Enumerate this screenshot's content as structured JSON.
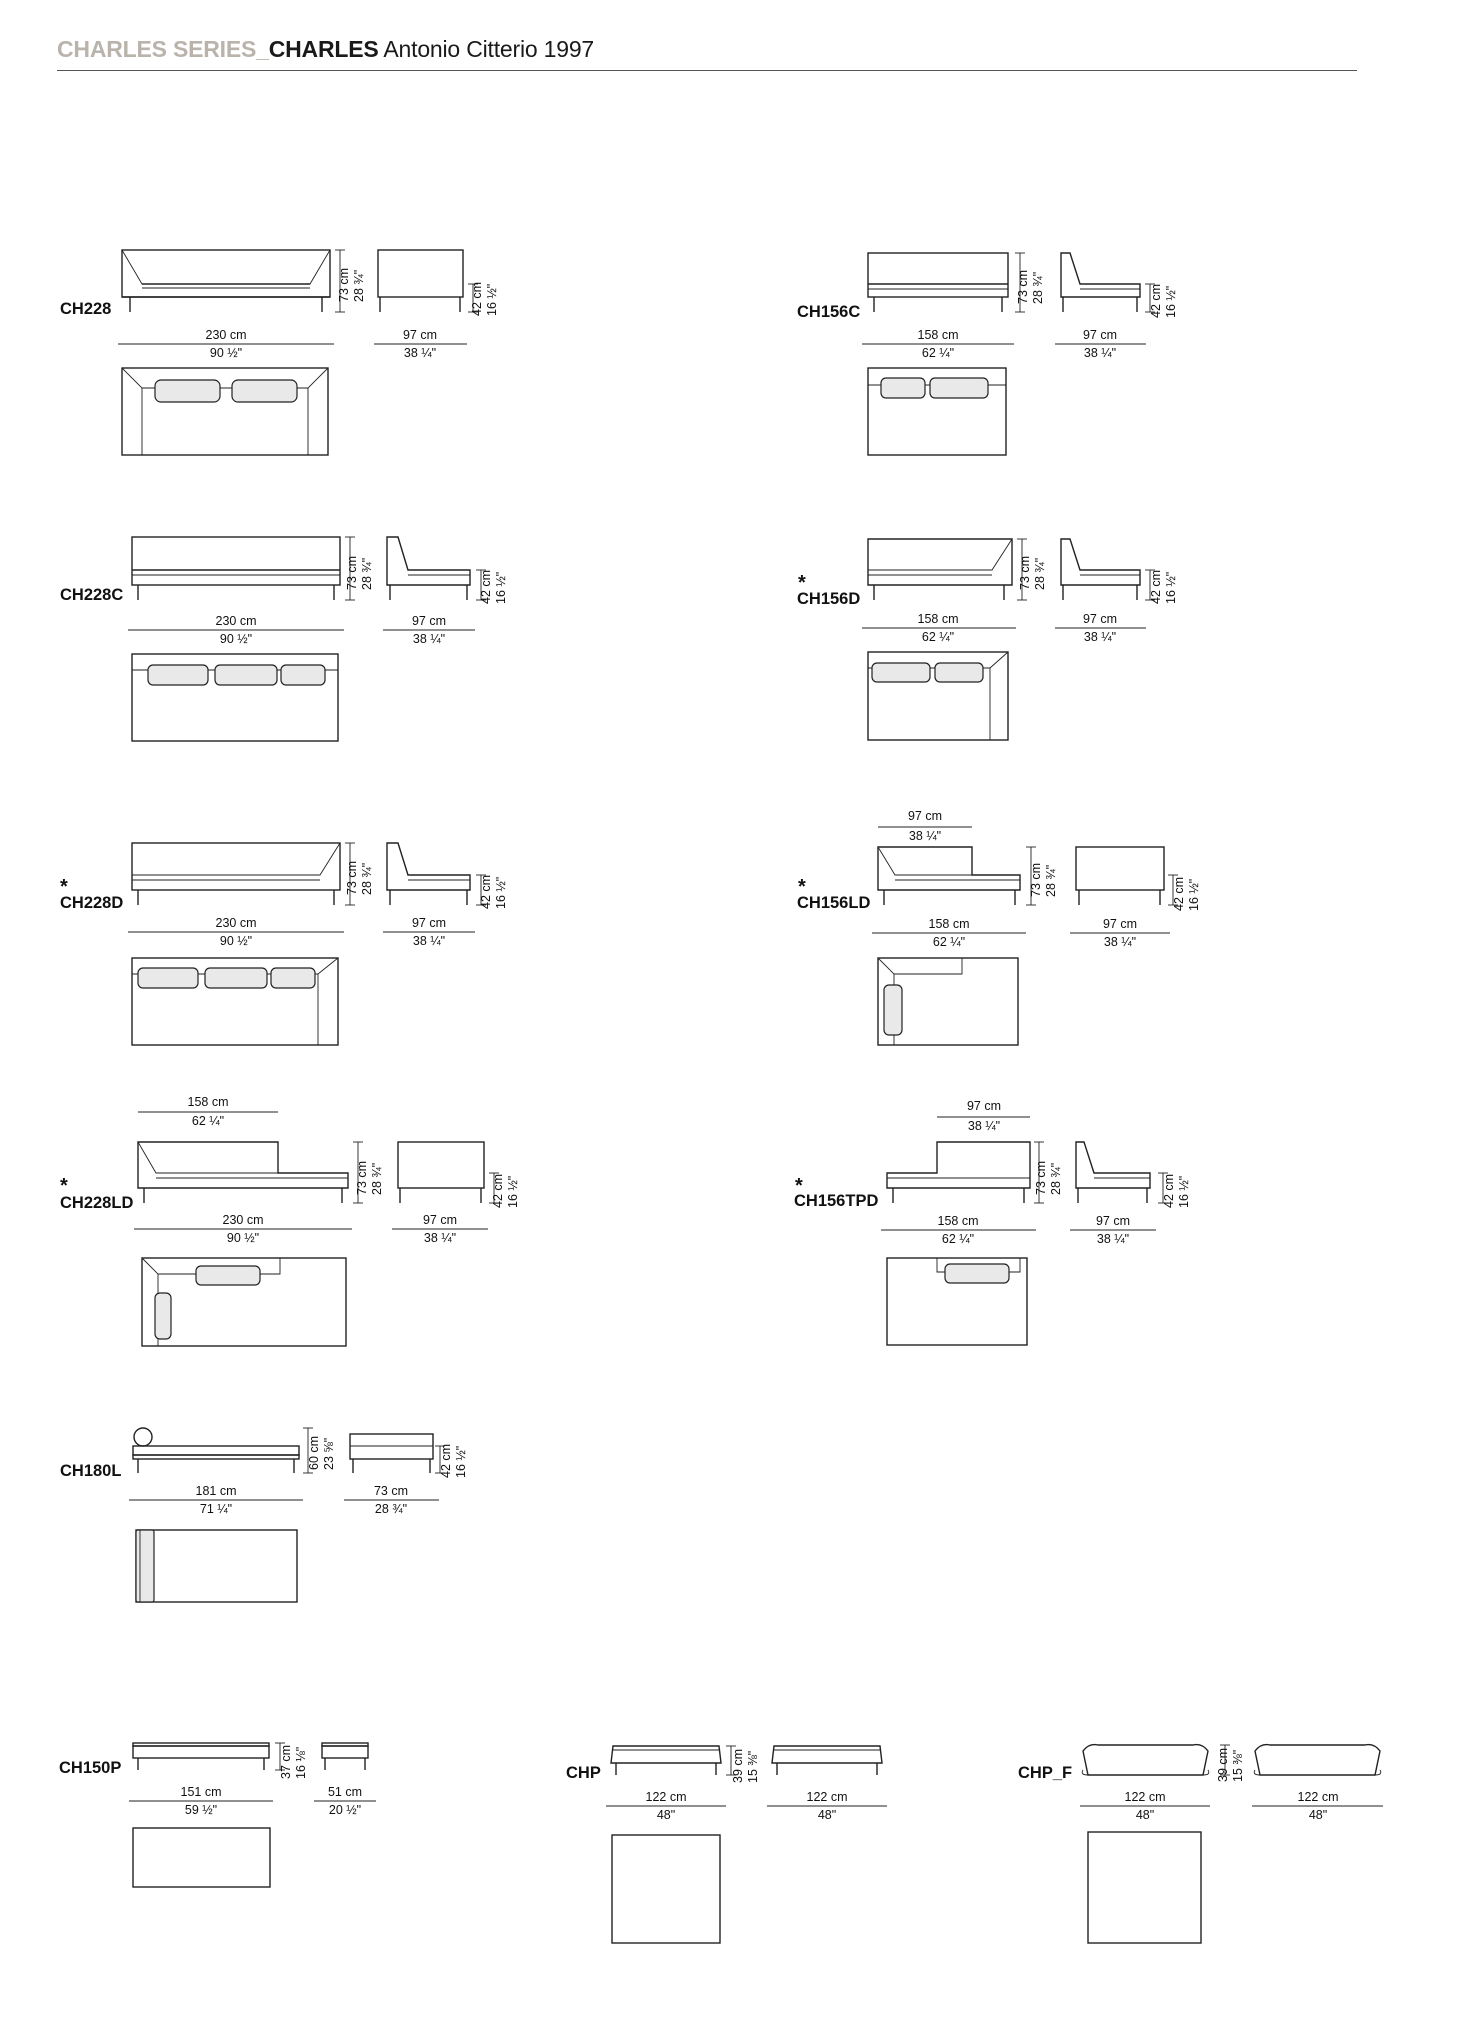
{
  "header": {
    "series": "CHARLES SERIES_",
    "name": "CHARLES",
    "designer": " Antonio Citterio 1997"
  },
  "models": [
    {
      "code": "CH228",
      "star": false,
      "w": "230 cm",
      "w_in": "90 ½\"",
      "d": "97 cm",
      "d_in": "38 ¼\"",
      "h": "73 cm",
      "h_in": "28 ¾\"",
      "sh": "42 cm",
      "sh_in": "16 ½\""
    },
    {
      "code": "CH156C",
      "star": false,
      "w": "158 cm",
      "w_in": "62 ¼\"",
      "d": "97 cm",
      "d_in": "38 ¼\"",
      "h": "73 cm",
      "h_in": "28 ¾\"",
      "sh": "42 cm",
      "sh_in": "16 ½\""
    },
    {
      "code": "CH228C",
      "star": false,
      "w": "230 cm",
      "w_in": "90 ½\"",
      "d": "97 cm",
      "d_in": "38 ¼\"",
      "h": "73 cm",
      "h_in": "28 ¾\"",
      "sh": "42 cm",
      "sh_in": "16 ½\""
    },
    {
      "code": "CH156D",
      "star": true,
      "w": "158 cm",
      "w_in": "62 ¼\"",
      "d": "97 cm",
      "d_in": "38 ¼\"",
      "h": "73 cm",
      "h_in": "28 ¾\"",
      "sh": "42 cm",
      "sh_in": "16 ½\""
    },
    {
      "code": "CH228D",
      "star": true,
      "w": "230 cm",
      "w_in": "90 ½\"",
      "d": "97 cm",
      "d_in": "38 ¼\"",
      "h": "73 cm",
      "h_in": "28 ¾\"",
      "sh": "42 cm",
      "sh_in": "16 ½\""
    },
    {
      "code": "CH156LD",
      "star": true,
      "w": "158 cm",
      "w_in": "62 ¼\"",
      "d": "97 cm",
      "d_in": "38 ¼\"",
      "h": "73 cm",
      "h_in": "28 ¾\"",
      "sh": "42 cm",
      "sh_in": "16 ½\"",
      "top": "97 cm",
      "top_in": "38 ¼\""
    },
    {
      "code": "CH228LD",
      "star": true,
      "w": "230 cm",
      "w_in": "90 ½\"",
      "d": "97 cm",
      "d_in": "38 ¼\"",
      "h": "73 cm",
      "h_in": "28 ¾\"",
      "sh": "42 cm",
      "sh_in": "16 ½\"",
      "top": "158 cm",
      "top_in": "62 ¼\""
    },
    {
      "code": "CH156TPD",
      "star": true,
      "w": "158 cm",
      "w_in": "62 ¼\"",
      "d": "97 cm",
      "d_in": "38 ¼\"",
      "h": "73 cm",
      "h_in": "28 ¾\"",
      "sh": "42 cm",
      "sh_in": "16 ½\"",
      "top": "97 cm",
      "top_in": "38 ¼\""
    },
    {
      "code": "CH180L",
      "star": false,
      "w": "181 cm",
      "w_in": "71 ¼\"",
      "d": "73 cm",
      "d_in": "28 ¾\"",
      "h": "60 cm",
      "h_in": "23 ⅝\"",
      "sh": "42 cm",
      "sh_in": "16 ½\""
    },
    {
      "code": "CH150P",
      "star": false,
      "w": "151 cm",
      "w_in": "59 ½\"",
      "d": "51 cm",
      "d_in": "20 ½\"",
      "h": "37 cm",
      "h_in": "16 ⅛\""
    },
    {
      "code": "CHP",
      "star": false,
      "w": "122 cm",
      "w_in": "48\"",
      "d": "122 cm",
      "d_in": "48\"",
      "h": "39 cm",
      "h_in": "15 ⅜\""
    },
    {
      "code": "CHP_F",
      "star": false,
      "w": "122 cm",
      "w_in": "48\"",
      "d": "122 cm",
      "d_in": "48\"",
      "h": "39 cm",
      "h_in": "15 ⅜\""
    }
  ]
}
